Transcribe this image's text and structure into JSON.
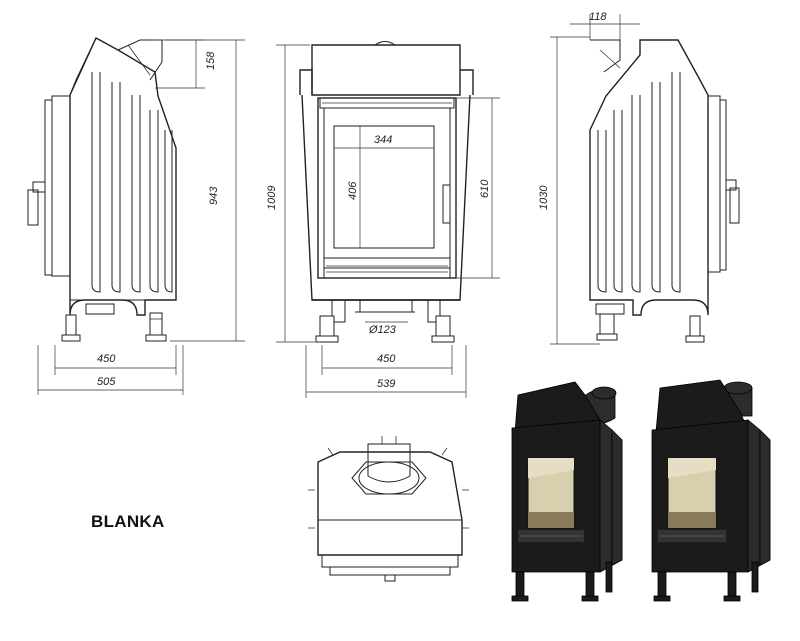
{
  "model_name": "BLANKA",
  "dimensions": {
    "side_left_flue_offset": "158",
    "side_left_height": "943",
    "side_left_depth_inner": "450",
    "side_left_depth_outer": "505",
    "front_total_height": "1009",
    "front_glass_width": "344",
    "front_glass_height": "406",
    "front_door_height": "610",
    "front_flue_diameter": "Ø123",
    "front_leg_width": "450",
    "front_total_width": "539",
    "side_right_flue_offset": "118",
    "side_right_height": "1030"
  },
  "colors": {
    "line": "#222222",
    "stove_body": "#1b1b1b",
    "glass": "#d8cfae"
  }
}
